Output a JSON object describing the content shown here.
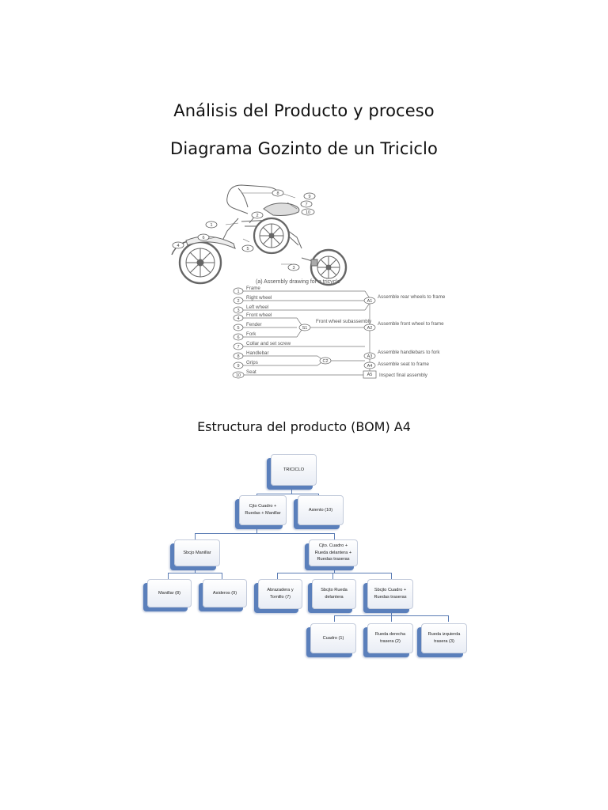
{
  "titles": {
    "line1": "Análisis del Producto y proceso",
    "line2": "Diagrama Gozinto de un Triciclo"
  },
  "drawing": {
    "caption": "(a) Assembly drawing for a tricycle",
    "parts": [
      {
        "n": "1",
        "name": "Frame"
      },
      {
        "n": "2",
        "name": "Right wheel"
      },
      {
        "n": "3",
        "name": "Left wheel"
      },
      {
        "n": "4",
        "name": "Front wheel"
      },
      {
        "n": "5",
        "name": "Fender"
      },
      {
        "n": "6",
        "name": "Fork"
      },
      {
        "n": "7",
        "name": "Collar and set screw"
      },
      {
        "n": "8",
        "name": "Handlebar"
      },
      {
        "n": "9",
        "name": "Grips"
      },
      {
        "n": "10",
        "name": "Seat"
      }
    ],
    "ops": {
      "s1": "S1",
      "s1_label": "Front wheel subassembly",
      "c2": "C2",
      "a1": "A1",
      "a1_label": "Assemble rear wheels to frame",
      "a2": "A2",
      "a2_label": "Assemble front wheel to frame",
      "a3": "A3",
      "a3_label": "Assemble handlebars to fork",
      "a4": "A4",
      "a4_label": "Assemble seat to frame",
      "a5": "A5",
      "a5_label": "Inspect final assembly"
    },
    "callouts": [
      "1",
      "2",
      "3",
      "4",
      "5",
      "6",
      "7",
      "8",
      "9",
      "10"
    ]
  },
  "section": {
    "title": "Estructura del producto (BOM) A4"
  },
  "bom": {
    "root": "TRICICLO",
    "l1_a": "Cjto Cuadro + Ruedas + Manillar",
    "l1_b": "Asiento (10)",
    "l2_a": "Sbcjo Manillar",
    "l2_b": "Cjto. Cuadro + Rueda delantera + Ruedas traseras",
    "l3_a": "Manillar (8)",
    "l3_b": "Asideros (9)",
    "l3_c": "Abrazadera y Tornillo (7)",
    "l3_d": "Sbcjto Rueda delantera",
    "l3_e": "Sbcjto Cuadro + Ruedas traseras",
    "l4_a": "Cuadro (1)",
    "l4_b": "Rueda derecha trasera (2)",
    "l4_c": "Rueda izquierda trasera (3)"
  }
}
